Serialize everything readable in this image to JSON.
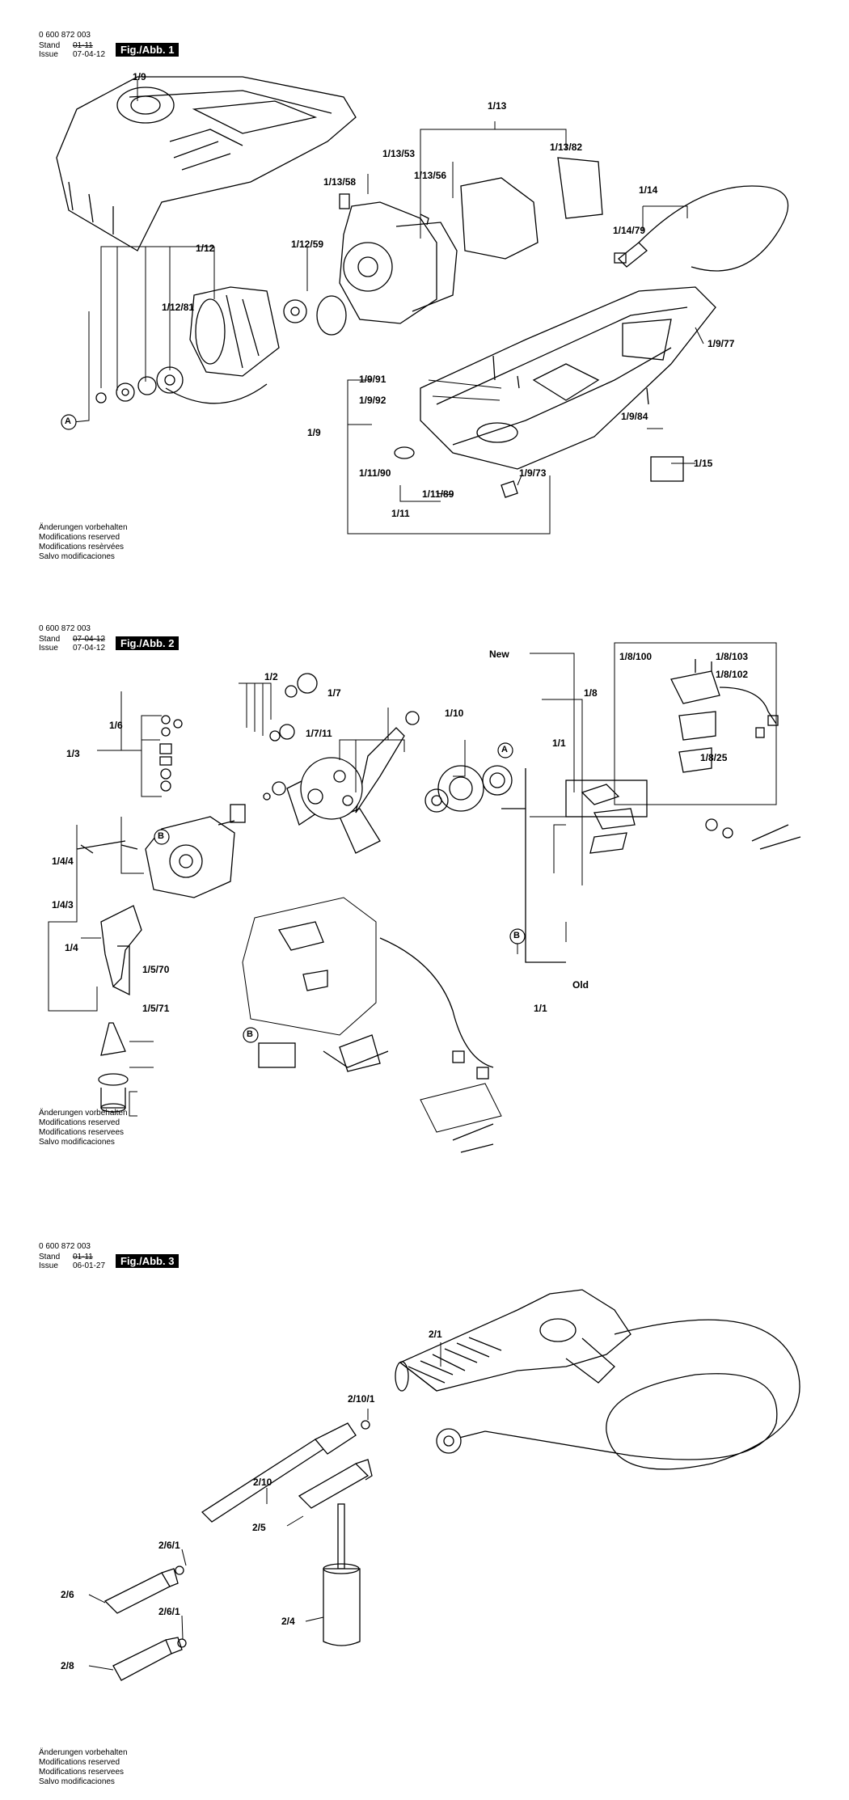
{
  "fig1": {
    "partno": "0 600 872 003",
    "stand": "Stand",
    "issue": "Issue",
    "stand_val": "01-11",
    "issue_val": "07-04-12",
    "tag": "Fig./Abb. 1",
    "labels": [
      "1/9",
      "1/13",
      "1/13/53",
      "1/13/82",
      "1/13/56",
      "1/13/58",
      "1/14",
      "1/14/79",
      "1/12",
      "1/12/59",
      "1/12/81",
      "1/9/91",
      "1/9/92",
      "1/9",
      "1/9/77",
      "1/9/84",
      "1/11/90",
      "1/11/89",
      "1/11",
      "1/9/73",
      "1/15",
      "A"
    ],
    "notes": [
      "Änderungen vorbehalten",
      "Modifications reserved",
      "Modifications resèrvées",
      "Salvo modificaciones"
    ]
  },
  "fig2": {
    "partno": "0 600 872 003",
    "stand": "Stand",
    "issue": "Issue",
    "stand_val": "07-04-12",
    "issue_val": "07-04-12",
    "tag": "Fig./Abb. 2",
    "labels": [
      "1/2",
      "New",
      "1/8/100",
      "1/8/103",
      "1/8/102",
      "1/8",
      "1/8/25",
      "1/6",
      "1/3",
      "1/7",
      "1/7/11",
      "1/10",
      "A",
      "1/1",
      "B",
      "1/4/4",
      "1/4/3",
      "1/4",
      "1/5/70",
      "1/5/71",
      "B",
      "Old",
      "1/1",
      "B"
    ],
    "notes": [
      "Änderungen vorbehalten",
      "Modifications reserved",
      "Modifications reservees",
      "Salvo modificaciones"
    ]
  },
  "fig3": {
    "partno": "0 600 872 003",
    "stand": "Stand",
    "issue": "Issue",
    "stand_val": "01-11",
    "issue_val": "06-01-27",
    "tag": "Fig./Abb. 3",
    "labels": [
      "2/1",
      "2/10/1",
      "2/10",
      "2/6/1",
      "2/5",
      "2/6",
      "2/6/1",
      "2/8",
      "2/4"
    ],
    "notes": [
      "Änderungen vorbehalten",
      "Modifications reserved",
      "Modifications reservees",
      "Salvo modificaciones"
    ]
  }
}
